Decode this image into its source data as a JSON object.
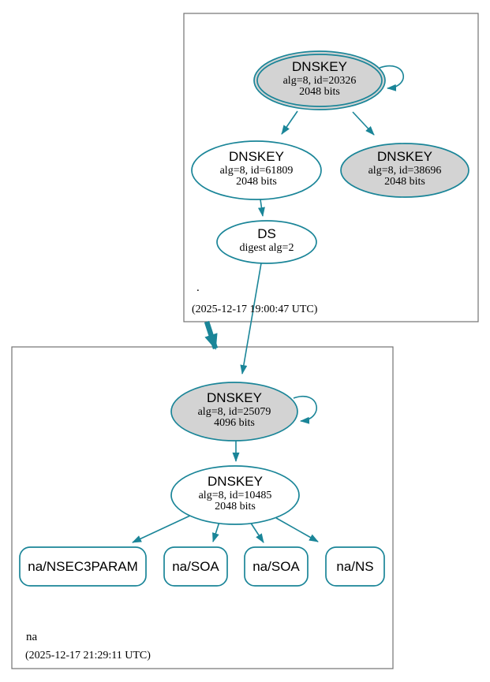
{
  "diagram_type": "dnssec-authentication-chain",
  "colors": {
    "edge_teal": "#1a8598",
    "node_gray_fill": "#d3d3d3",
    "node_white_fill": "#ffffff",
    "zone_border_gray": "#737373",
    "text": "#000000"
  },
  "zones": {
    "root": {
      "label": ".",
      "timestamp": "(2025-12-17 19:00:47 UTC)"
    },
    "na": {
      "label": "na",
      "timestamp": "(2025-12-17 21:29:11 UTC)"
    }
  },
  "nodes": {
    "root_ksk": {
      "title": "DNSKEY",
      "detail": "alg=8, id=20326",
      "size": "2048 bits"
    },
    "root_zsk": {
      "title": "DNSKEY",
      "detail": "alg=8, id=61809",
      "size": "2048 bits"
    },
    "root_key_38696": {
      "title": "DNSKEY",
      "detail": "alg=8, id=38696",
      "size": "2048 bits"
    },
    "root_ds": {
      "title": "DS",
      "detail": "digest alg=2"
    },
    "na_ksk": {
      "title": "DNSKEY",
      "detail": "alg=8, id=25079",
      "size": "4096 bits"
    },
    "na_zsk": {
      "title": "DNSKEY",
      "detail": "alg=8, id=10485",
      "size": "2048 bits"
    },
    "na_nsec3param": {
      "label": "na/NSEC3PARAM"
    },
    "na_soa_1": {
      "label": "na/SOA"
    },
    "na_soa_2": {
      "label": "na/SOA"
    },
    "na_ns": {
      "label": "na/NS"
    }
  }
}
